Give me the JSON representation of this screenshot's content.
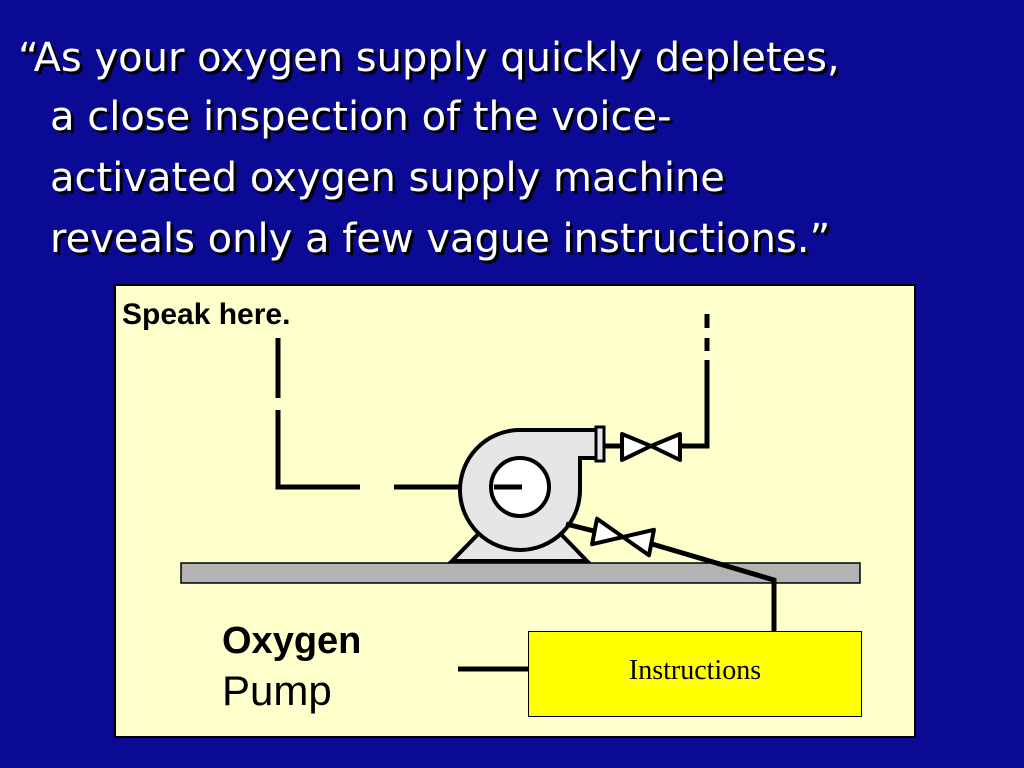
{
  "slide": {
    "quote_lines": [
      "“As your oxygen supply quickly depletes,",
      "a close inspection of the voice-",
      "activated oxygen supply machine",
      "reveals only a few vague instructions.”"
    ]
  },
  "diagram": {
    "speak_label": "Speak here.",
    "oxygen_label": "Oxygen",
    "pump_label": "Pump",
    "instructions_label": "Instructions"
  },
  "colors": {
    "background": "#0a0a94",
    "panel": "#ffffcc",
    "instructions_box": "#ffff00",
    "base_plate": "#b3b3b3",
    "pump_body": "#e6e6e6"
  }
}
